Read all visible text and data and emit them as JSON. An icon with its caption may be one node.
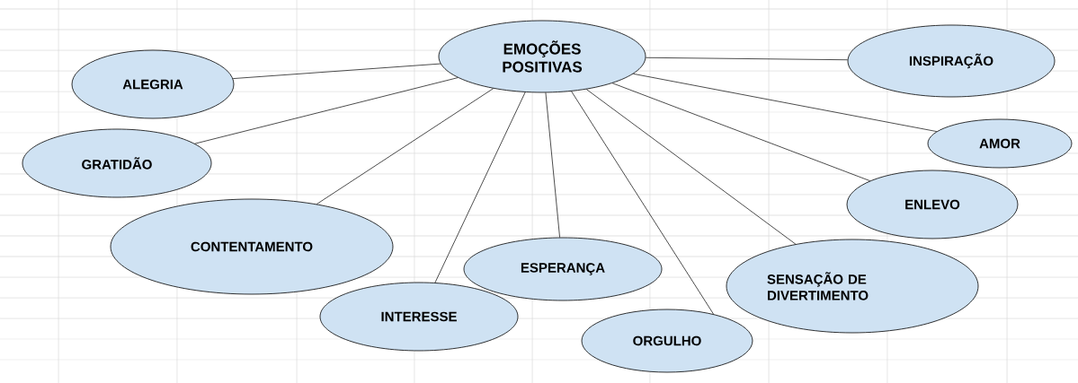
{
  "diagram": {
    "nodes": [
      {
        "text": [
          "EMOÇÕES POSITIVAS"
        ]
      },
      {
        "text": [
          "ALEGRIA"
        ]
      },
      {
        "text": [
          "GRATIDÃO"
        ]
      },
      {
        "text": [
          "CONTENTAMENTO"
        ]
      },
      {
        "text": [
          "INTERESSE"
        ]
      },
      {
        "text": [
          "ESPERANÇA"
        ]
      },
      {
        "text": [
          "ORGULHO"
        ]
      },
      {
        "text": [
          "SENSAÇÃO DE DIVERTIMENTO"
        ]
      },
      {
        "text": [
          "INSPIRAÇÃO"
        ]
      },
      {
        "text": [
          "AMOR"
        ]
      },
      {
        "text": [
          "ENLEVO"
        ]
      }
    ],
    "edges": [
      {
        "from": 0,
        "to": 1,
        "arrow": "none"
      },
      {
        "from": 0,
        "to": 2,
        "arrow": "none"
      },
      {
        "from": 0,
        "to": 3,
        "arrow": "none"
      },
      {
        "from": 0,
        "to": 4,
        "arrow": "none"
      },
      {
        "from": 0,
        "to": 5,
        "arrow": "none"
      },
      {
        "from": 0,
        "to": 6,
        "arrow": "none"
      },
      {
        "from": 0,
        "to": 7,
        "arrow": "none"
      },
      {
        "from": 0,
        "to": 8,
        "arrow": "none"
      },
      {
        "from": 0,
        "to": 9,
        "arrow": "none"
      },
      {
        "from": 0,
        "to": 10,
        "arrow": "none"
      }
    ]
  }
}
